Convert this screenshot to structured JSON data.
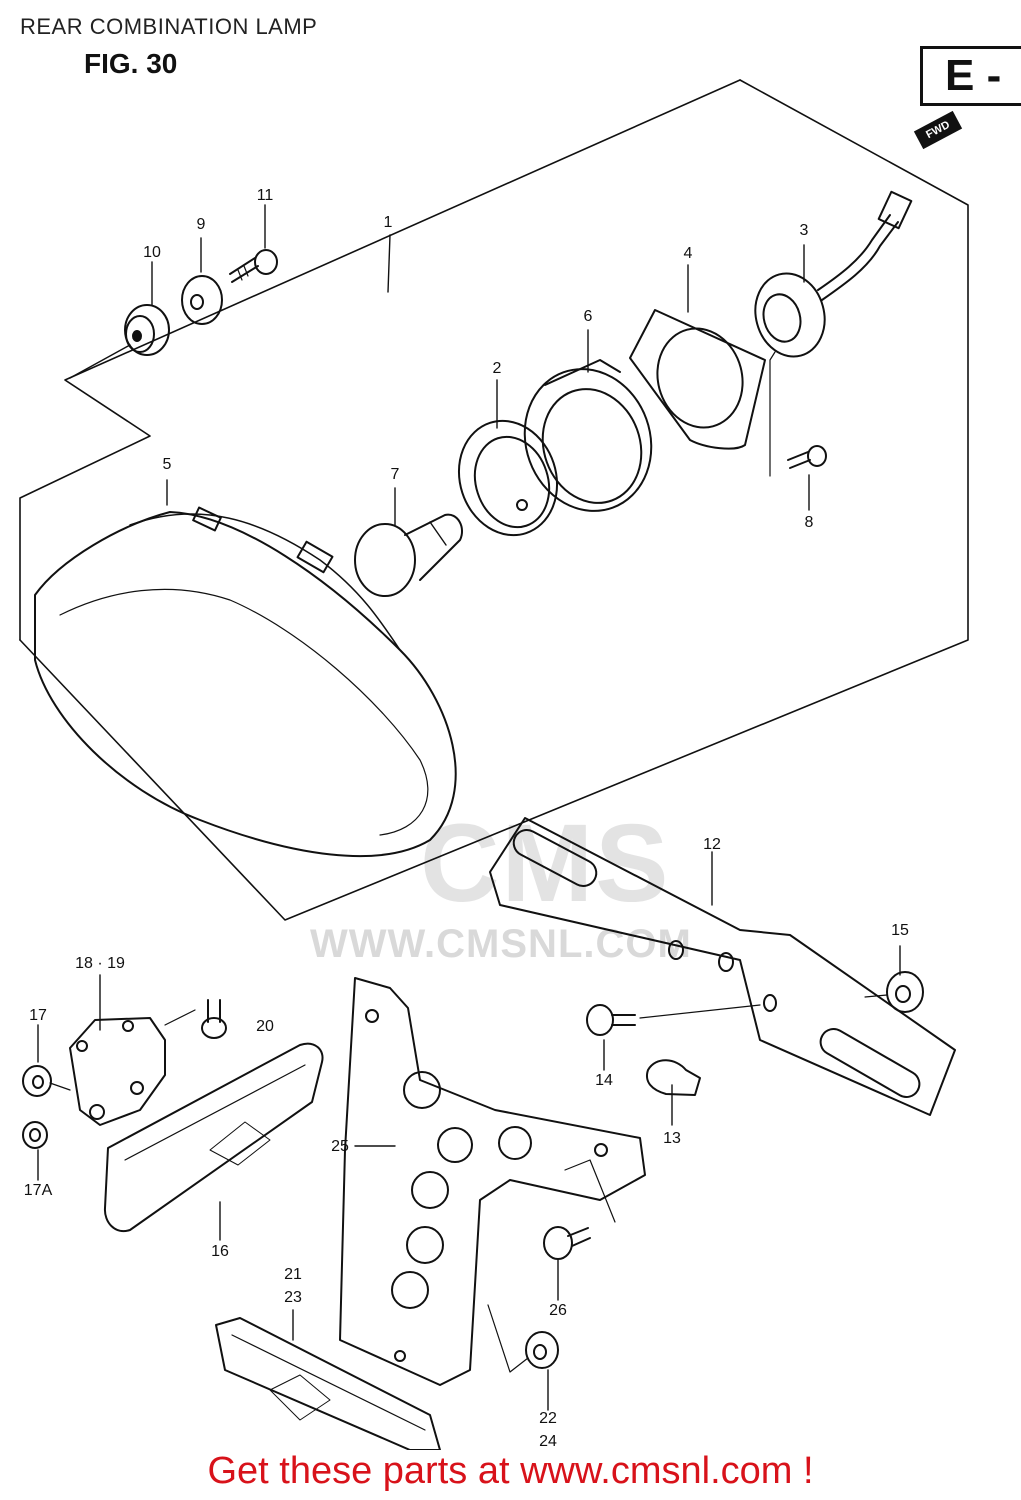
{
  "header": {
    "title": "REAR COMBINATION LAMP",
    "figure": "FIG. 30",
    "section_code": "E -",
    "fwd_label": "FWD"
  },
  "watermark": {
    "logo": "CMS",
    "url": "WWW.CMSNL.COM"
  },
  "callouts": [
    {
      "id": "1",
      "text": "1"
    },
    {
      "id": "2",
      "text": "2"
    },
    {
      "id": "3",
      "text": "3"
    },
    {
      "id": "4",
      "text": "4"
    },
    {
      "id": "5",
      "text": "5"
    },
    {
      "id": "6",
      "text": "6"
    },
    {
      "id": "7",
      "text": "7"
    },
    {
      "id": "8",
      "text": "8"
    },
    {
      "id": "9",
      "text": "9"
    },
    {
      "id": "10",
      "text": "10"
    },
    {
      "id": "11",
      "text": "11"
    },
    {
      "id": "12",
      "text": "12"
    },
    {
      "id": "13",
      "text": "13"
    },
    {
      "id": "14",
      "text": "14"
    },
    {
      "id": "15",
      "text": "15"
    },
    {
      "id": "16",
      "text": "16"
    },
    {
      "id": "17",
      "text": "17"
    },
    {
      "id": "17A",
      "text": "17A"
    },
    {
      "id": "18-19",
      "text": "18 · 19"
    },
    {
      "id": "20",
      "text": "20"
    },
    {
      "id": "21",
      "text": "21"
    },
    {
      "id": "23",
      "text": "23"
    },
    {
      "id": "22",
      "text": "22"
    },
    {
      "id": "24",
      "text": "24"
    },
    {
      "id": "25",
      "text": "25"
    },
    {
      "id": "26",
      "text": "26"
    }
  ],
  "footer": {
    "cta": "Get these parts at www.cmsnl.com !"
  }
}
